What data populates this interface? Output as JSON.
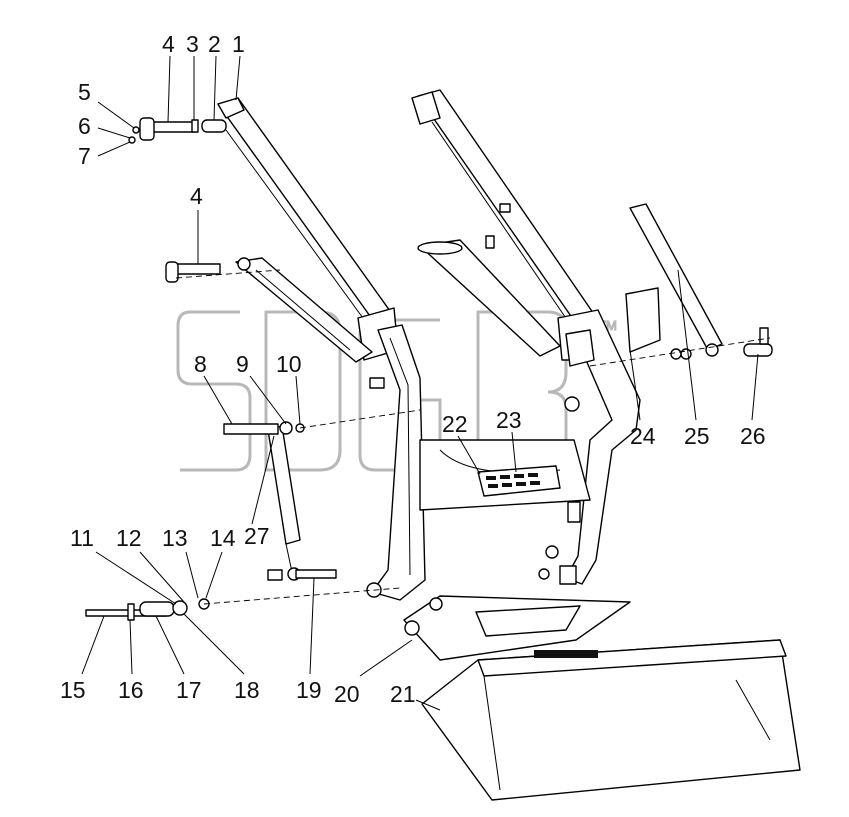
{
  "callouts": [
    "1",
    "2",
    "3",
    "4",
    "5",
    "6",
    "7",
    "4",
    "8",
    "9",
    "10",
    "22",
    "23",
    "24",
    "25",
    "26",
    "27",
    "11",
    "12",
    "13",
    "14",
    "15",
    "16",
    "17",
    "18",
    "19",
    "20",
    "21"
  ],
  "watermark": {
    "logo": "SDGB",
    "mark": "TM"
  },
  "colors": {
    "line": "#000000",
    "watermark": "#b8b8b8",
    "background": "#ffffff"
  }
}
